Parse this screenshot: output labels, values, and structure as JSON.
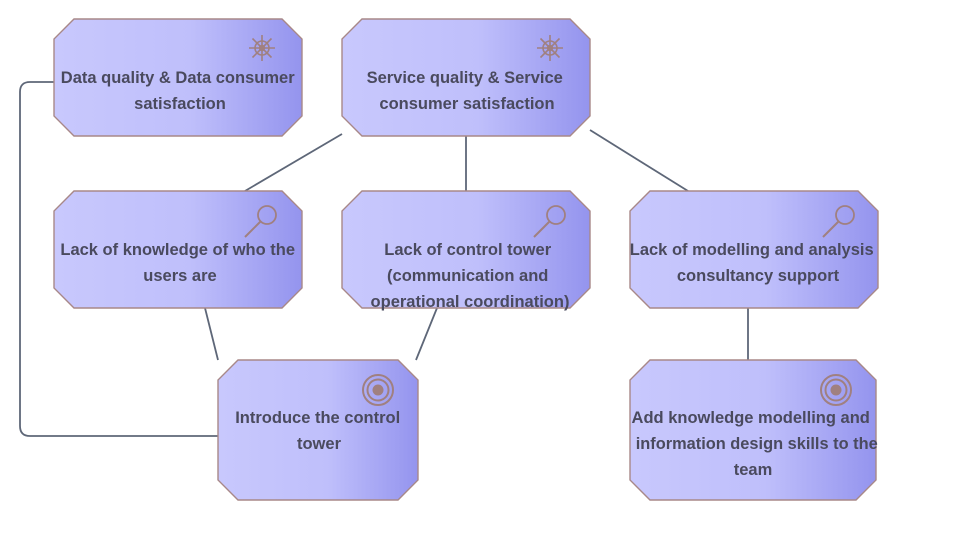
{
  "colors": {
    "node_fill_light": "#c8c8fd",
    "node_fill_dark": "#9494ee",
    "node_stroke": "#a88888",
    "edge": "#5e6778",
    "icon": "#a08080",
    "text": "#4a4a5e"
  },
  "nodes": {
    "data_quality": {
      "type": "driver",
      "icon": "helm-icon",
      "lines": [
        "Data quality & Data consumer",
        "satisfaction"
      ]
    },
    "service_quality": {
      "type": "driver",
      "icon": "helm-icon",
      "lines": [
        "Service quality & Service",
        "consumer satisfaction"
      ]
    },
    "lack_users": {
      "type": "assessment",
      "icon": "magnifier-icon",
      "lines": [
        "Lack of knowledge of who the",
        "users are"
      ]
    },
    "lack_control_tower": {
      "type": "assessment",
      "icon": "magnifier-icon",
      "lines": [
        "Lack of control tower",
        "(communication and",
        "operational coordination)"
      ]
    },
    "lack_modelling": {
      "type": "assessment",
      "icon": "magnifier-icon",
      "lines": [
        "Lack of modelling and analysis",
        "consultancy support"
      ]
    },
    "introduce_tower": {
      "type": "goal",
      "icon": "target-icon",
      "lines": [
        "Introduce the control",
        "tower"
      ]
    },
    "add_knowledge": {
      "type": "goal",
      "icon": "target-icon",
      "lines": [
        "Add knowledge modelling and",
        "information design skills to the",
        "team"
      ]
    }
  }
}
